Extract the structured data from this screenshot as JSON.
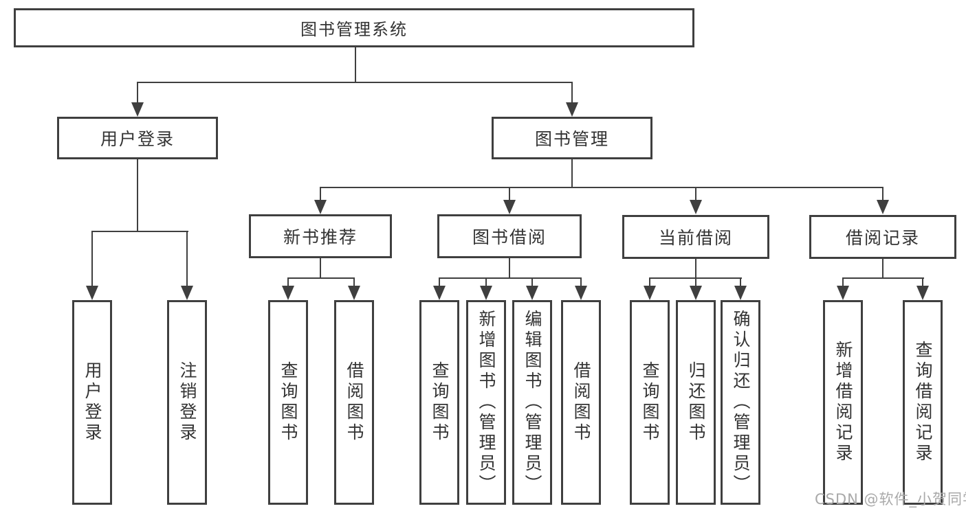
{
  "colors": {
    "line": "#3f3f3f",
    "text": "#333333",
    "watermark": "#a9a9a9",
    "bg": "#ffffff"
  },
  "root": {
    "label": "图书管理系统"
  },
  "branches": [
    {
      "label": "用户登录",
      "leaves": [
        {
          "label": "用户登录"
        },
        {
          "label": "注销登录"
        }
      ]
    },
    {
      "label": "图书管理",
      "groups": [
        {
          "label": "新书推荐",
          "leaves": [
            {
              "label": "查询图书"
            },
            {
              "label": "借阅图书"
            }
          ]
        },
        {
          "label": "图书借阅",
          "leaves": [
            {
              "label": "查询图书"
            },
            {
              "label": "新增图书（管理员）"
            },
            {
              "label": "编辑图书（管理员）"
            },
            {
              "label": "借阅图书"
            }
          ]
        },
        {
          "label": "当前借阅",
          "leaves": [
            {
              "label": "查询图书"
            },
            {
              "label": "归还图书"
            },
            {
              "label": "确认归还（管理员）"
            }
          ]
        },
        {
          "label": "借阅记录",
          "leaves": [
            {
              "label": "新增借阅记录"
            },
            {
              "label": "查询借阅记录"
            }
          ]
        }
      ]
    }
  ],
  "watermark": {
    "text": "CSDN @软件_小贺同学"
  }
}
